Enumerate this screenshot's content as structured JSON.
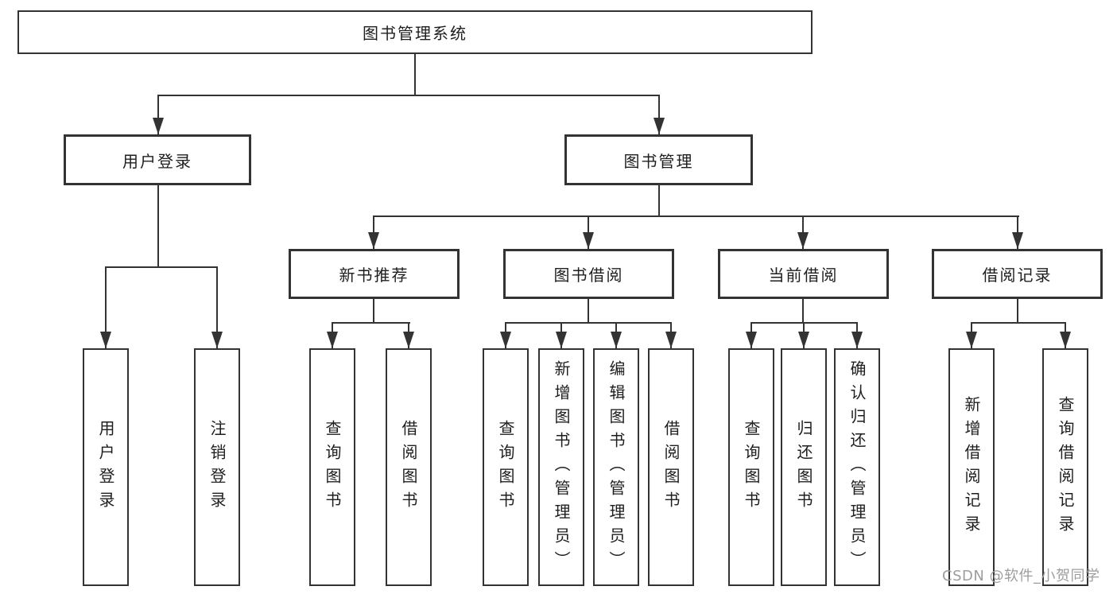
{
  "diagram": {
    "title": "图书管理系统",
    "watermark": "CSDN @软件_小贺同学",
    "colors": {
      "line": "#333333",
      "box_border": "#333333",
      "box_background": "#ffffff",
      "text": "#1e1e1e",
      "watermark": "#9d9d9d"
    },
    "level2": [
      {
        "label": "用户登录"
      },
      {
        "label": "图书管理"
      }
    ],
    "level3": [
      {
        "label": "新书推荐",
        "parent": "图书管理"
      },
      {
        "label": "图书借阅",
        "parent": "图书管理"
      },
      {
        "label": "当前借阅",
        "parent": "图书管理"
      },
      {
        "label": "借阅记录",
        "parent": "图书管理"
      }
    ],
    "leaves": [
      {
        "label": "用户登录",
        "parent": "用户登录"
      },
      {
        "label": "注销登录",
        "parent": "用户登录"
      },
      {
        "label": "查询图书",
        "parent": "新书推荐"
      },
      {
        "label": "借阅图书",
        "parent": "新书推荐"
      },
      {
        "label": "查询图书",
        "parent": "图书借阅"
      },
      {
        "label": "新增图书（管理员）",
        "parent": "图书借阅"
      },
      {
        "label": "编辑图书（管理员）",
        "parent": "图书借阅"
      },
      {
        "label": "借阅图书",
        "parent": "图书借阅"
      },
      {
        "label": "查询图书",
        "parent": "当前借阅"
      },
      {
        "label": "归还图书",
        "parent": "当前借阅"
      },
      {
        "label": "确认归还（管理员）",
        "parent": "当前借阅"
      },
      {
        "label": "新增借阅记录",
        "parent": "借阅记录"
      },
      {
        "label": "查询借阅记录",
        "parent": "借阅记录"
      }
    ]
  }
}
